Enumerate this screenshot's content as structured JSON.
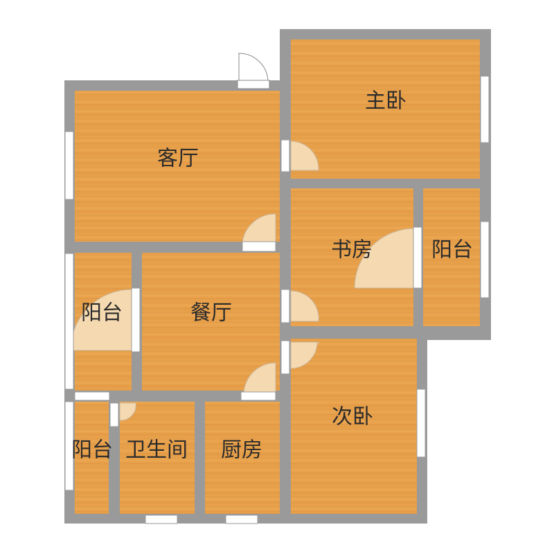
{
  "rooms": {
    "master_bedroom": "主卧",
    "living_room": "客厅",
    "study": "书房",
    "balcony_east": "阳台",
    "dining_room": "餐厅",
    "balcony_west": "阳台",
    "second_bedroom": "次卧",
    "balcony_sw": "阳台",
    "bathroom": "卫生间",
    "kitchen": "厨房"
  },
  "colors": {
    "wall": "#9a9a9a",
    "floor": "#e8a04a",
    "floor_grain": "#d98f3a",
    "door_swing": "#f5d9b0",
    "window": "#ffffff",
    "label": "#2b2b2b"
  }
}
